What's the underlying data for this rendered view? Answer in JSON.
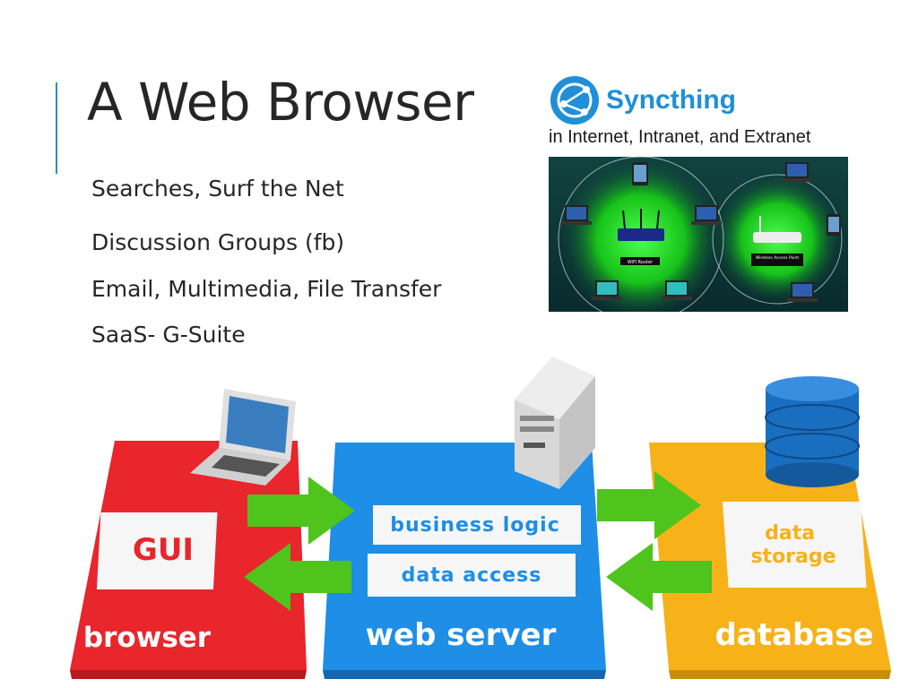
{
  "slide": {
    "title": "A Web Browser",
    "bullets": [
      "Searches, Surf the Net",
      "Discussion Groups (fb)",
      "Email, Multimedia, File Transfer",
      "SaaS- G-Suite"
    ]
  },
  "syncthing": {
    "name": "Syncthing",
    "caption": "in Internet, Intranet, and Extranet",
    "brand_color": "#1f8fd9"
  },
  "network_photo": {
    "router_label": "WiFi Router",
    "access_point_label": "Wireless Access Point"
  },
  "architecture": {
    "browser_panel": {
      "gui_label": "GUI",
      "name": "browser",
      "color": "#e8262b"
    },
    "server_panel": {
      "business_label": "business logic",
      "access_label": "data access",
      "name": "web server",
      "color": "#1e8ee6"
    },
    "database_panel": {
      "storage_label": "data storage",
      "storage_line1": "data",
      "storage_line2": "storage",
      "name": "database",
      "color": "#f7b21a"
    },
    "arrow_color": "#4fc41c",
    "cylinder_color": "#1a6ec0"
  },
  "colors": {
    "accent": "#2b8fbf",
    "text": "#262626"
  }
}
